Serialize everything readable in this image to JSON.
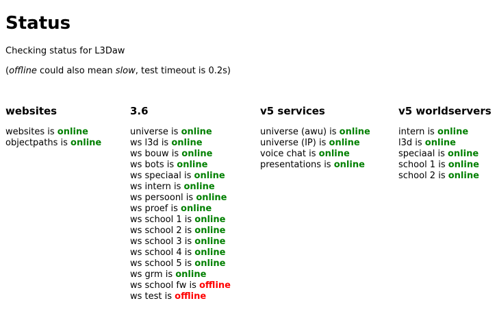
{
  "page": {
    "title": "Status",
    "checking_text": "Checking status for L3Daw",
    "note": {
      "open_paren": "(",
      "offline_word": "offline",
      "middle": " could also mean ",
      "slow_word": "slow",
      "end": ", test timeout is 0.2s)"
    }
  },
  "colors": {
    "online": "#008000",
    "offline": "#ff0000"
  },
  "columns": [
    {
      "heading": "websites",
      "items": [
        {
          "name": "websites",
          "is": " is ",
          "status": "online"
        },
        {
          "name": "objectpaths",
          "is": " is ",
          "status": "online"
        }
      ]
    },
    {
      "heading": "3.6",
      "items": [
        {
          "name": "universe",
          "is": " is ",
          "status": "online"
        },
        {
          "name": "ws l3d",
          "is": " is ",
          "status": "online"
        },
        {
          "name": "ws bouw",
          "is": " is ",
          "status": "online"
        },
        {
          "name": "ws bots",
          "is": " is ",
          "status": "online"
        },
        {
          "name": "ws speciaal",
          "is": " is ",
          "status": "online"
        },
        {
          "name": "ws intern",
          "is": " is ",
          "status": "online"
        },
        {
          "name": "ws persoonl",
          "is": " is ",
          "status": "online"
        },
        {
          "name": "ws proef",
          "is": " is ",
          "status": "online"
        },
        {
          "name": "ws school 1",
          "is": " is ",
          "status": "online"
        },
        {
          "name": "ws school 2",
          "is": " is ",
          "status": "online"
        },
        {
          "name": "ws school 3",
          "is": " is ",
          "status": "online"
        },
        {
          "name": "ws school 4",
          "is": " is ",
          "status": "online"
        },
        {
          "name": "ws school 5",
          "is": " is ",
          "status": "online"
        },
        {
          "name": "ws grm",
          "is": " is ",
          "status": "online"
        },
        {
          "name": "ws school fw",
          "is": " is ",
          "status": "offline"
        },
        {
          "name": "ws test",
          "is": " is ",
          "status": "offline"
        }
      ]
    },
    {
      "heading": "v5 services",
      "items": [
        {
          "name": "universe (awu)",
          "is": " is ",
          "status": "online"
        },
        {
          "name": "universe (IP)",
          "is": " is ",
          "status": "online"
        },
        {
          "name": "voice chat",
          "is": " is ",
          "status": "online"
        },
        {
          "name": "presentations",
          "is": " is ",
          "status": "online"
        }
      ]
    },
    {
      "heading": "v5 worldservers",
      "items": [
        {
          "name": "intern",
          "is": " is ",
          "status": "online"
        },
        {
          "name": "l3d",
          "is": " is ",
          "status": "online"
        },
        {
          "name": "speciaal",
          "is": " is ",
          "status": "online"
        },
        {
          "name": "school 1",
          "is": " is ",
          "status": "online"
        },
        {
          "name": "school 2",
          "is": " is ",
          "status": "online"
        }
      ]
    }
  ]
}
